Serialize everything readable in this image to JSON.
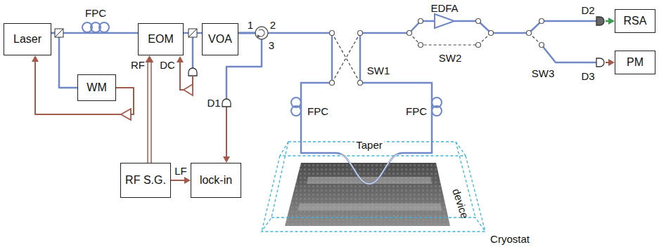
{
  "diagram": {
    "nodes": [
      {
        "text": [
          "Laser"
        ]
      },
      {
        "text": [
          "EOM"
        ]
      },
      {
        "text": [
          "VOA"
        ]
      },
      {
        "text": [
          "RSA"
        ]
      },
      {
        "text": [
          "PM"
        ]
      },
      {
        "text": [
          "WM"
        ]
      },
      {
        "text": [
          "RF S.G."
        ]
      },
      {
        "text": [
          "lock-in"
        ]
      }
    ],
    "edges": [
      {
        "from": 0,
        "to": 1,
        "arrow": "none"
      },
      {
        "from": 0,
        "to": 5,
        "arrow": "none"
      },
      {
        "from": 5,
        "to": 0,
        "arrow": "to"
      },
      {
        "from": 1,
        "to": 2,
        "arrow": "none"
      },
      {
        "from": 6,
        "to": 1,
        "label": "RF",
        "arrow": "to"
      },
      {
        "from": 6,
        "to": 7,
        "label": "LF",
        "arrow": "to"
      },
      {
        "from": 2,
        "to": 7,
        "arrow": "to"
      },
      {
        "from": 2,
        "to": 3,
        "arrow": "to"
      },
      {
        "from": 2,
        "to": 4,
        "arrow": "to"
      }
    ],
    "labels": [
      "FPC",
      "EDFA",
      "D2",
      "SW1",
      "SW2",
      "SW3",
      "D3",
      "DC",
      "1",
      "2",
      "3",
      "FPC",
      "FPC",
      "D1",
      "Taper",
      "device",
      "Cryostat"
    ]
  }
}
